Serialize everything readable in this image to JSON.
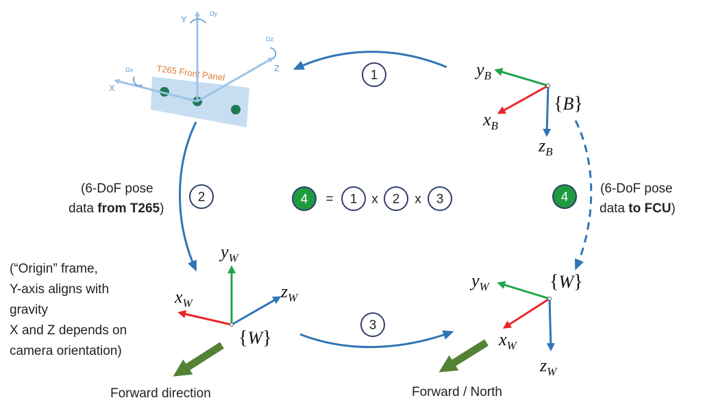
{
  "camera": {
    "panel_label": "T265 Front Panel",
    "axis_x": "X",
    "axis_y": "Y",
    "axis_z": "Z",
    "rot_x": "Ωx",
    "rot_y": "Ωy",
    "rot_z": "Ωz"
  },
  "steps": {
    "s1": "1",
    "s2": "2",
    "s3": "3",
    "s4": "4",
    "equals": "=",
    "times": "x"
  },
  "left_arrow_note": {
    "line1": "(6-DoF pose",
    "line2_prefix": "data ",
    "line2_bold": "from T265",
    "line2_suffix": ")"
  },
  "right_arrow_note": {
    "line1": "(6-DoF pose",
    "line2_prefix": "data ",
    "line2_bold": "to FCU",
    "line2_suffix": ")"
  },
  "origin_note": [
    "(“Origin” frame,",
    "Y-axis aligns with",
    "gravity",
    "X and Z depends on",
    "camera orientation)"
  ],
  "body_frame": {
    "name": "B",
    "x": "x",
    "x_sub": "B",
    "y": "y",
    "y_sub": "B",
    "z": "z",
    "z_sub": "B"
  },
  "world_frame_left": {
    "name": "W",
    "x": "x",
    "x_sub": "W",
    "y": "y",
    "y_sub": "W",
    "z": "z",
    "z_sub": "W"
  },
  "world_frame_right": {
    "name": "W",
    "x": "x",
    "x_sub": "W",
    "y": "y",
    "y_sub": "W",
    "z": "z",
    "z_sub": "W"
  },
  "forward_left": "Forward direction",
  "forward_right": "Forward / North",
  "colors": {
    "flow_arrow": "#2e75b6",
    "axis_red": "#e8262a",
    "axis_green": "#1fa64a",
    "axis_blue": "#2e75b6",
    "forward_arrow": "#548235",
    "step4_fill": "#1f9a3f",
    "circle_stroke": "#2f3d6b",
    "panel_fill": "#bdd7ee",
    "camera_axis": "#9dc3e6"
  }
}
